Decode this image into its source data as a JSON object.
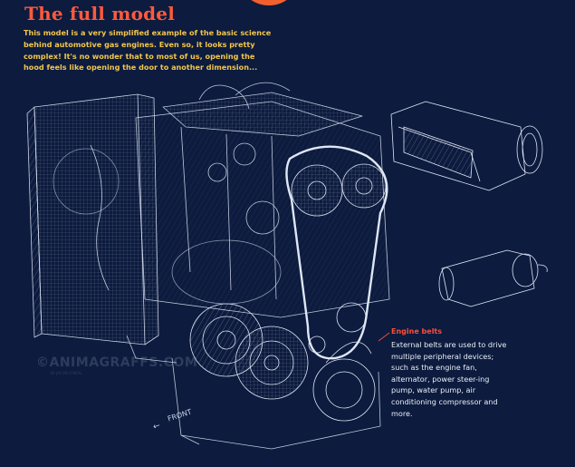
{
  "header": {
    "title": "The full model",
    "intro": "This model is a very simplified example of the basic science behind automotive gas engines. Even so, it looks pretty complex! It's no wonder that to most of us, opening the hood feels like opening the door to another dimension..."
  },
  "callout": {
    "title": "Engine belts",
    "body": "External belts are used to drive multiple peripheral devices; such as the engine fan, alternator, power steer-ing pump, water pump, air conditioning compressor and more."
  },
  "labels": {
    "front": "FRONT",
    "front_arrow": "←",
    "watermark": "©ANIMAGRAFFS.COM",
    "watermark_sub": "BY JACOB O'NEAL"
  },
  "colors": {
    "background": "#0c1b3e",
    "title": "#ff5a3c",
    "intro": "#f3c64a",
    "callout_title": "#ff4d3a",
    "line_art": "#dfe6f5",
    "accent_blob": "#f2602f"
  }
}
